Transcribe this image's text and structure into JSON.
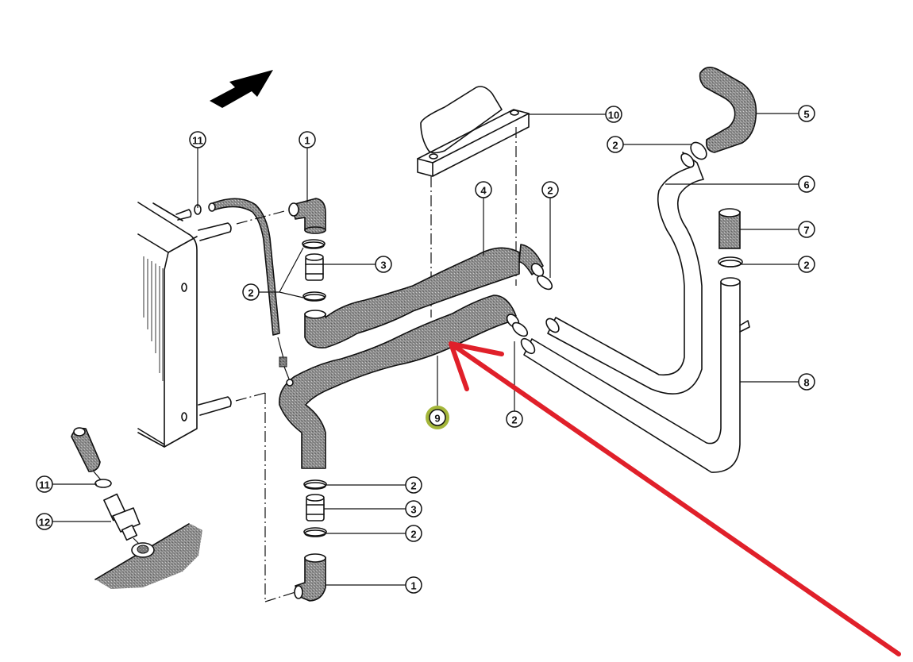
{
  "diagram": {
    "title": "Radiator coolant hose exploded parts diagram",
    "direction_arrow": "front-direction-arrow",
    "highlight_color": "#a4b63a",
    "annotation_color": "#e0202a",
    "highlighted_part": "9",
    "callouts": [
      {
        "id": "c11a",
        "label": "11",
        "part": "hose-clamp-small"
      },
      {
        "id": "c1a",
        "label": "1",
        "part": "elbow-hose-upper"
      },
      {
        "id": "c2a",
        "label": "2",
        "part": "clamp"
      },
      {
        "id": "c3a",
        "label": "3",
        "part": "connector-upper"
      },
      {
        "id": "c4",
        "label": "4",
        "part": "upper-hose"
      },
      {
        "id": "c2b",
        "label": "2",
        "part": "clamp"
      },
      {
        "id": "c10",
        "label": "10",
        "part": "mounting-bracket"
      },
      {
        "id": "c2c",
        "label": "2",
        "part": "clamp"
      },
      {
        "id": "c5",
        "label": "5",
        "part": "bend-hose"
      },
      {
        "id": "c6",
        "label": "6",
        "part": "upper-pipe"
      },
      {
        "id": "c7",
        "label": "7",
        "part": "straight-hose"
      },
      {
        "id": "c2d",
        "label": "2",
        "part": "clamp"
      },
      {
        "id": "c8",
        "label": "8",
        "part": "lower-pipe"
      },
      {
        "id": "c9",
        "label": "9",
        "part": "lower-hose"
      },
      {
        "id": "c2e",
        "label": "2",
        "part": "clamp"
      },
      {
        "id": "c2f",
        "label": "2",
        "part": "clamp"
      },
      {
        "id": "c3b",
        "label": "3",
        "part": "connector-lower"
      },
      {
        "id": "c2g",
        "label": "2",
        "part": "clamp"
      },
      {
        "id": "c1b",
        "label": "1",
        "part": "elbow-hose-lower"
      },
      {
        "id": "c11b",
        "label": "11",
        "part": "hose-clamp-small"
      },
      {
        "id": "c12",
        "label": "12",
        "part": "drain-fitting"
      }
    ]
  }
}
